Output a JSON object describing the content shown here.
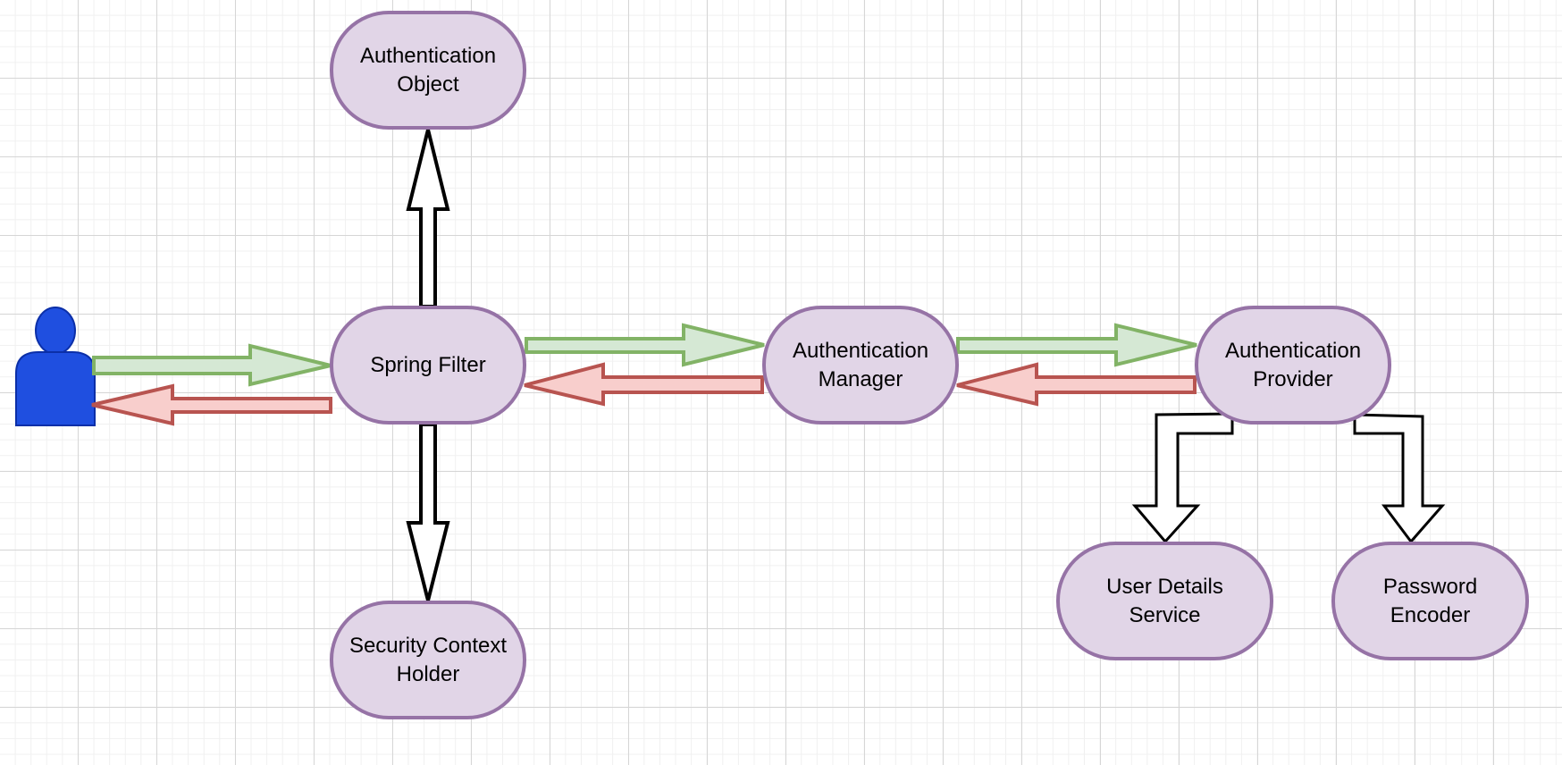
{
  "colors": {
    "node_fill": "#e1d5e7",
    "node_stroke": "#9673a6",
    "request_fill": "#d5e8d4",
    "request_stroke": "#82b366",
    "response_fill": "#f8cecc",
    "response_stroke": "#b85450",
    "neutral_fill": "#ffffff",
    "neutral_stroke": "#000000",
    "actor_fill": "#1f4fe0",
    "actor_stroke": "#0b2fa8"
  },
  "nodes": {
    "authentication_object": "Authentication\nObject",
    "spring_filter": "Spring Filter",
    "security_context_holder": "Security Context\nHolder",
    "authentication_manager": "Authentication\nManager",
    "authentication_provider": "Authentication\nProvider",
    "user_details_service": "User Details\nService",
    "password_encoder": "Password\nEncoder"
  },
  "actor": {
    "icon": "user-icon"
  },
  "edges": [
    {
      "from": "user",
      "to": "spring_filter",
      "style": "request"
    },
    {
      "from": "spring_filter",
      "to": "user",
      "style": "response"
    },
    {
      "from": "spring_filter",
      "to": "authentication_object",
      "style": "neutral"
    },
    {
      "from": "spring_filter",
      "to": "security_context_holder",
      "style": "neutral"
    },
    {
      "from": "spring_filter",
      "to": "authentication_manager",
      "style": "request"
    },
    {
      "from": "authentication_manager",
      "to": "spring_filter",
      "style": "response"
    },
    {
      "from": "authentication_manager",
      "to": "authentication_provider",
      "style": "request"
    },
    {
      "from": "authentication_provider",
      "to": "authentication_manager",
      "style": "response"
    },
    {
      "from": "authentication_provider",
      "to": "user_details_service",
      "style": "neutral"
    },
    {
      "from": "authentication_provider",
      "to": "password_encoder",
      "style": "neutral"
    }
  ]
}
